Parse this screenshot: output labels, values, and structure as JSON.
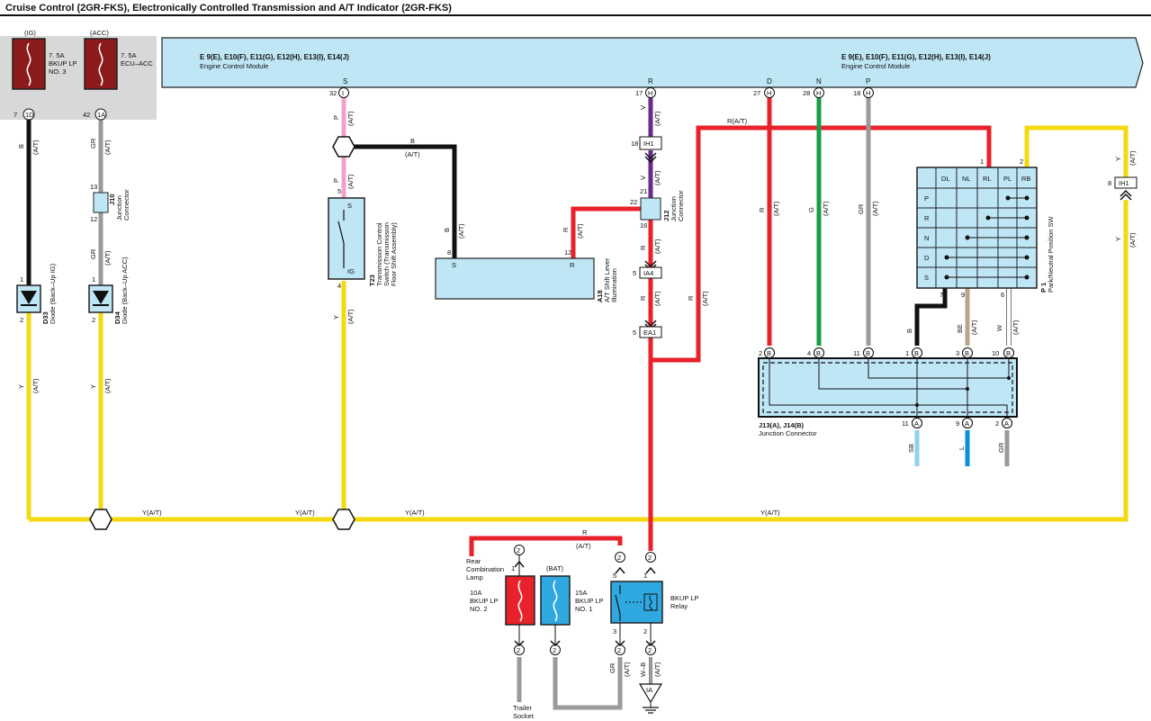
{
  "header": {
    "title": "Cruise Control (2GR-FKS), Electronically Controlled Transmission and A/T Indicator (2GR-FKS)"
  },
  "fuse_ig": {
    "source": "(IG)",
    "rating": "7. 5A",
    "name1": "BKUP LP",
    "name2": "NO. 3",
    "pin": "7",
    "conn": "1D"
  },
  "fuse_acc": {
    "source": "(ACC)",
    "rating": "7. 5A",
    "name1": "ECU–ACC",
    "pin": "42",
    "conn": "1A"
  },
  "ecm": {
    "connectors": "E 9(E), E10(F), E11(G), E12(H), E13(I), E14(J)",
    "name": "Engine Control Module",
    "pins": [
      {
        "sig": "S",
        "num": "32",
        "conn": "I"
      },
      {
        "sig": "R",
        "num": "17",
        "conn": "H"
      },
      {
        "sig": "D",
        "num": "27",
        "conn": "H"
      },
      {
        "sig": "N",
        "num": "28",
        "conn": "H"
      },
      {
        "sig": "P",
        "num": "18",
        "conn": "H"
      }
    ]
  },
  "wires": {
    "B": "B",
    "GR": "GR",
    "Y": "Y",
    "P": "P",
    "V": "V",
    "R": "R",
    "G": "G",
    "BE": "BE",
    "W": "W",
    "SB": "SB",
    "L": "L",
    "W_B": "W–B",
    "at": "(A/T)",
    "b_at": "B\n(A/T)",
    "r_at": "R(A/T)",
    "y_at": "Y(A/T)"
  },
  "j10": {
    "code": "J10",
    "name1": "Junction",
    "name2": "Connector",
    "pin_top": "13",
    "pin_bot": "12"
  },
  "d33": {
    "code": "D33",
    "name": "Diode (Back–Up IG)",
    "pin_top": "1",
    "pin_bot": "2"
  },
  "d34": {
    "code": "D34",
    "name": "Diode (Back–Up ACC)",
    "pin_top": "1",
    "pin_bot": "2"
  },
  "t23": {
    "code": "T23",
    "name1": "Transmission Control",
    "name2": "Switch (Transmission",
    "name3": "Floor Shift Assembly)",
    "s": "S",
    "ig": "IG",
    "pin_top": "5",
    "pin_bot": "4"
  },
  "a18": {
    "code": "A18",
    "name1": "A/T Shift Lever",
    "name2": "Illumination",
    "s": "S",
    "r": "R",
    "pin_s": "8",
    "pin_r": "12"
  },
  "j12": {
    "code": "J12",
    "name1": "Junction",
    "name2": "Connector",
    "pin_a": "21",
    "pin_b": "22",
    "pin_c": "16"
  },
  "inline": {
    "ih1": "IH1",
    "ia4": "IA4",
    "ea1": "EA1",
    "pin18": "18",
    "pin5a": "5",
    "pin5b": "5",
    "pin8": "8"
  },
  "p1": {
    "code": "P 1",
    "name": "Park/Neutral Position SW",
    "cols": [
      "DL",
      "NL",
      "RL",
      "PL",
      "RB"
    ],
    "rows": [
      "P",
      "R",
      "N",
      "D",
      "S"
    ],
    "pin1": "1",
    "pin2": "2",
    "pin7": "7",
    "pin9": "9",
    "pin6": "6"
  },
  "j13": {
    "code": "J13(A), J14(B)",
    "name": "Junction Connector",
    "top_pins": [
      {
        "num": "2",
        "conn": "B"
      },
      {
        "num": "4",
        "conn": "B"
      },
      {
        "num": "11",
        "conn": "B"
      },
      {
        "num": "1",
        "conn": "B"
      },
      {
        "num": "3",
        "conn": "B"
      },
      {
        "num": "10",
        "conn": "B"
      }
    ],
    "bot_pins": [
      {
        "num": "11",
        "conn": "A"
      },
      {
        "num": "9",
        "conn": "A"
      },
      {
        "num": "2",
        "conn": "A"
      }
    ]
  },
  "bottom": {
    "rear_lamp1": "Rear",
    "rear_lamp2": "Combination",
    "rear_lamp3": "Lamp",
    "fuse10": {
      "rating": "10A",
      "name1": "BKUP LP",
      "name2": "NO. 2"
    },
    "fuse15": {
      "source": "(BAT)",
      "rating": "15A",
      "name1": "BKUP LP",
      "name2": "NO. 1"
    },
    "relay": {
      "name1": "BKUP LP",
      "name2": "Relay"
    },
    "trailer1": "Trailer",
    "trailer2": "Socket",
    "ground": "IA",
    "pins": {
      "p2": "2",
      "p1": "1",
      "p5": "5",
      "p3": "3"
    }
  }
}
